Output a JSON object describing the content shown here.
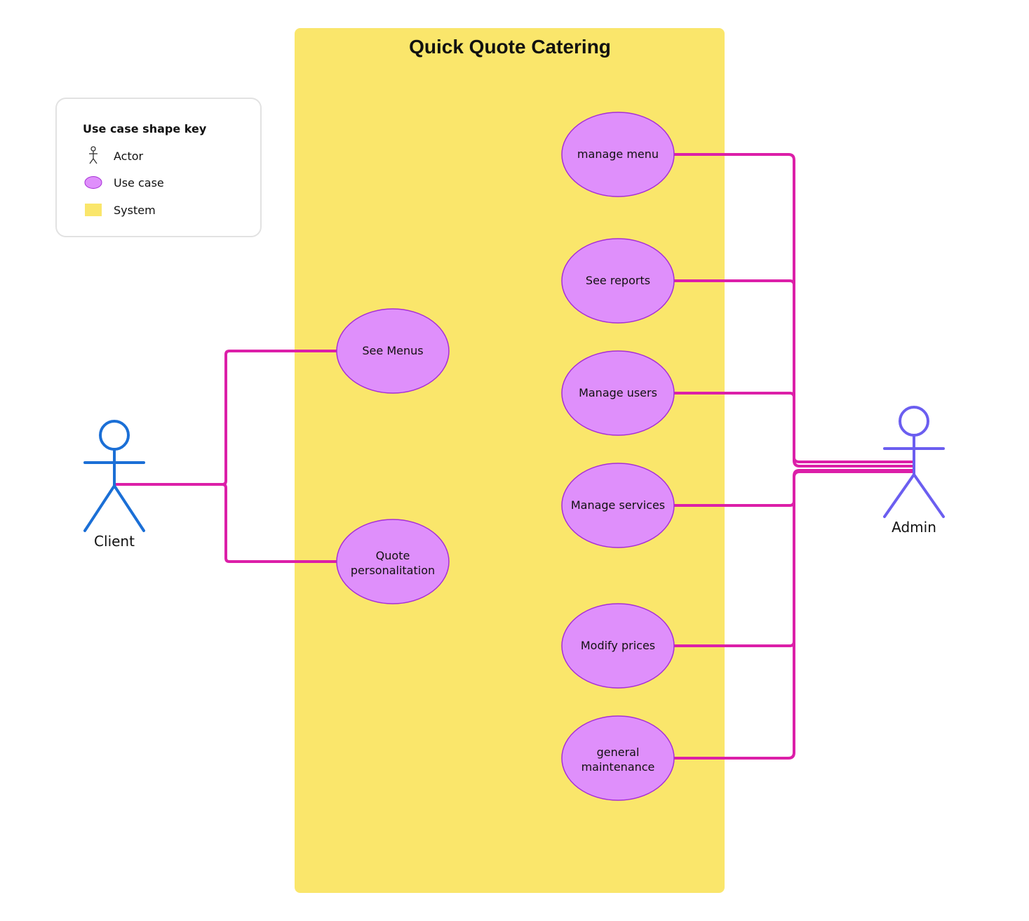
{
  "system": {
    "title": "Quick Quote Catering",
    "color": "#fae66b"
  },
  "legend": {
    "title": "Use case shape key",
    "items": [
      {
        "label": "Actor",
        "icon": "actor-icon"
      },
      {
        "label": "Use case",
        "icon": "use-case-icon"
      },
      {
        "label": "System",
        "icon": "system-icon"
      }
    ]
  },
  "actors": {
    "client": {
      "label": "Client",
      "color": "#1b6fd6"
    },
    "admin": {
      "label": "Admin",
      "color": "#6b5ef0"
    }
  },
  "use_cases": {
    "see_menus": {
      "lines": [
        "See Menus"
      ]
    },
    "quote_personalitation": {
      "lines": [
        "Quote",
        "personalitation"
      ]
    },
    "manage_menu": {
      "lines": [
        "manage menu"
      ]
    },
    "see_reports": {
      "lines": [
        "See reports"
      ]
    },
    "manage_users": {
      "lines": [
        "Manage users"
      ]
    },
    "manage_services": {
      "lines": [
        "Manage services"
      ]
    },
    "modify_prices": {
      "lines": [
        "Modify prices"
      ]
    },
    "general_maintenance": {
      "lines": [
        "general",
        "maintenance"
      ]
    }
  },
  "colors": {
    "use_case_fill": "#df8ffb",
    "use_case_stroke": "#a62fd6",
    "connector": "#dc1fa8"
  }
}
